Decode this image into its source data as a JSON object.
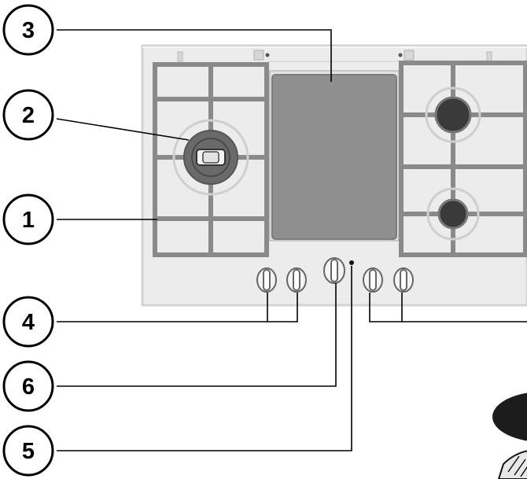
{
  "callouts": [
    {
      "id": "3",
      "label": "3"
    },
    {
      "id": "2",
      "label": "2"
    },
    {
      "id": "1",
      "label": "1"
    },
    {
      "id": "4",
      "label": "4"
    },
    {
      "id": "6",
      "label": "6"
    },
    {
      "id": "5",
      "label": "5"
    }
  ],
  "colors": {
    "panel": "#ececec",
    "panel_edge": "#d3d3d3",
    "grid": "#8a8a8a",
    "griddle": "#8f8f8f",
    "burner_dark": "#3a3a3a",
    "burner_cap": "#6a6a6a",
    "line": "#000000"
  }
}
